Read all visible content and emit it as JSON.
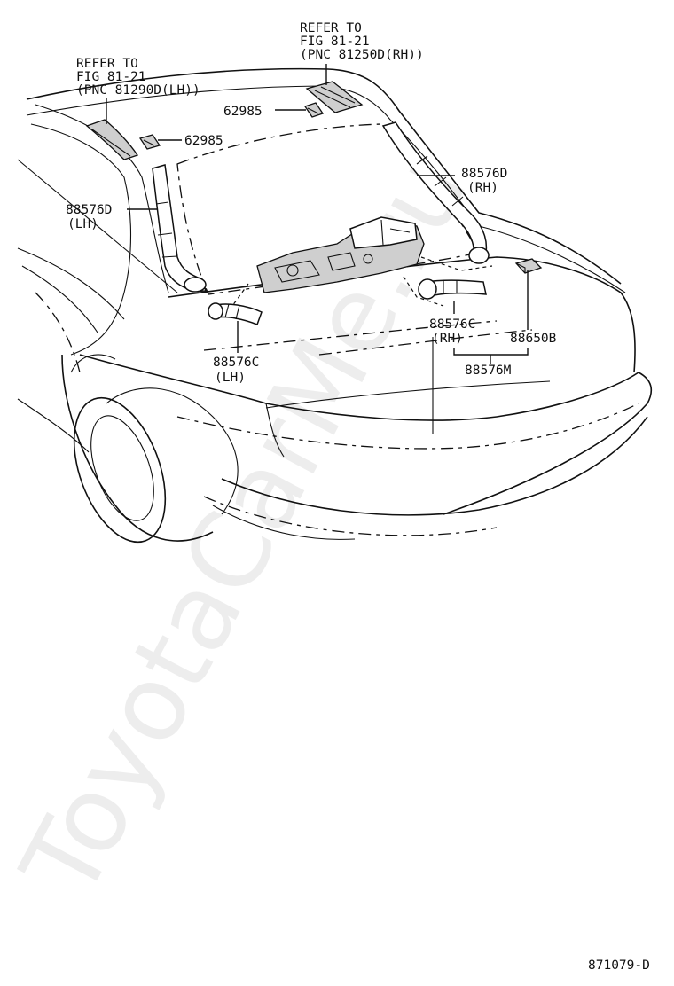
{
  "labels": {
    "refer_lh_1": "REFER TO",
    "refer_lh_2": "FIG 81-21",
    "refer_lh_3": "(PNC 81290D(LH))",
    "refer_rh_1": "REFER TO",
    "refer_rh_2": "FIG 81-21",
    "refer_rh_3": "(PNC 81250D(RH))",
    "p62985_a": "62985",
    "p62985_b": "62985",
    "p88576D_rh": "88576D",
    "p88576D_rh_side": "(RH)",
    "p88576D_lh": "88576D",
    "p88576D_lh_side": "(LH)",
    "p88576C_rh": "88576C",
    "p88576C_rh_side": "(RH)",
    "p88650B": "88650B",
    "p88576M": "88576M",
    "p88576C_lh": "88576C",
    "p88576C_lh_side": "(LH)",
    "figure_id": "871079-D"
  },
  "watermark": "ToyotaCarMe.ru"
}
